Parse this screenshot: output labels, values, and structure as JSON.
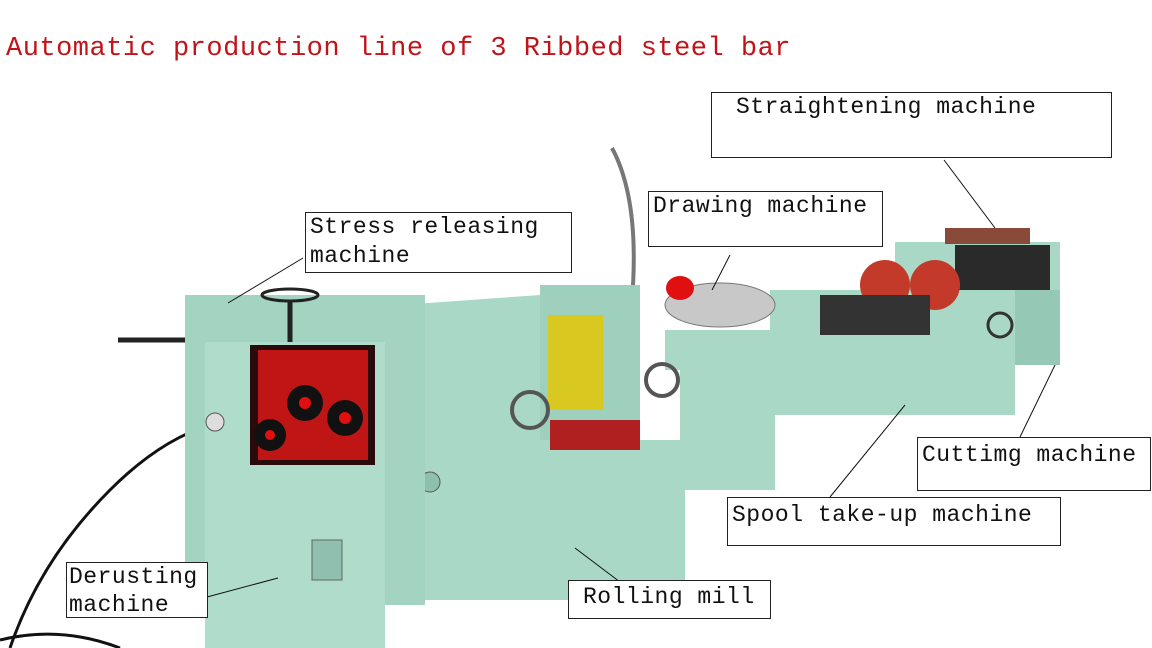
{
  "title": "Automatic production line of 3 Ribbed steel bar",
  "labels": {
    "straightening": "Straightening machine",
    "stress_line1": "Stress releasing",
    "stress_line2": "machine",
    "drawing": "Drawing machine",
    "cutting": "Cuttimg machine",
    "spool": "Spool take-up machine",
    "rolling": "Rolling mill",
    "derusting_line1": "Derusting",
    "derusting_line2": "machine"
  },
  "colors": {
    "title": "#c0141a",
    "machine": "#a9d8c6",
    "machine_shadow": "#86b8a6",
    "accent_red": "#d01818",
    "panel_dark": "#3a1010"
  }
}
